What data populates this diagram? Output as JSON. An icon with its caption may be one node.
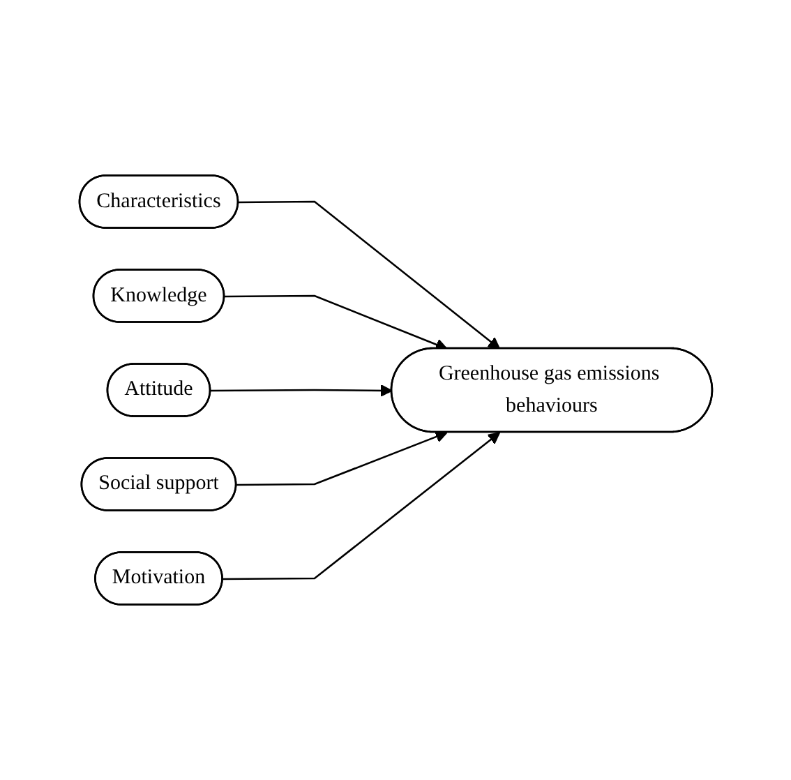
{
  "diagram": {
    "nodes": [
      {
        "text": [
          "Characteristics"
        ]
      },
      {
        "text": [
          "Knowledge"
        ]
      },
      {
        "text": [
          "Attitude"
        ]
      },
      {
        "text": [
          "Social support"
        ]
      },
      {
        "text": [
          "Motivation"
        ]
      },
      {
        "text": [
          "Greenhouse gas emissions behaviours"
        ]
      }
    ],
    "edges": [
      {
        "from": 0,
        "to": 5,
        "arrow": "to"
      },
      {
        "from": 1,
        "to": 5,
        "arrow": "to"
      },
      {
        "from": 2,
        "to": 5,
        "arrow": "to"
      },
      {
        "from": 3,
        "to": 5,
        "arrow": "to"
      },
      {
        "from": 4,
        "to": 5,
        "arrow": "to"
      }
    ]
  }
}
